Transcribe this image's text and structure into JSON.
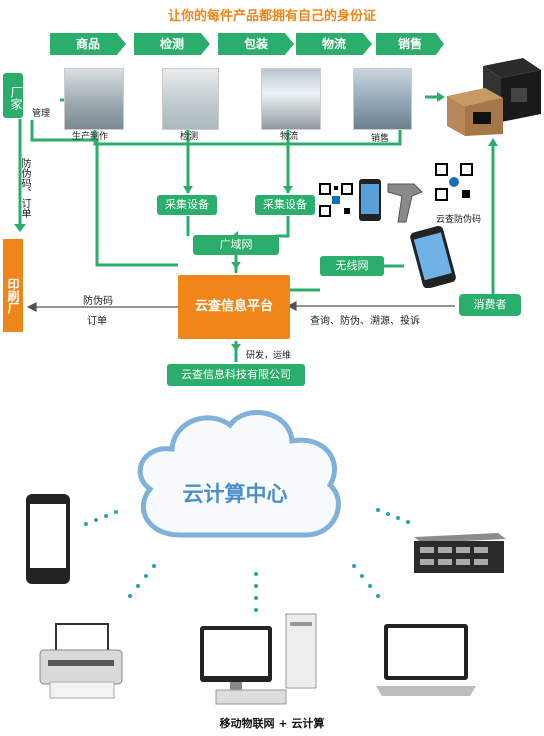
{
  "title": "让你的每件产品都拥有自己的身份证",
  "stages": [
    "商品",
    "检测",
    "包装",
    "物流",
    "销售"
  ],
  "left": {
    "factory": "厂家",
    "manage": "管理",
    "anti_fake_code": "防伪码、订单",
    "printer": "印刷厂"
  },
  "photos": [
    "生产制作",
    "检测",
    "物流",
    "销售"
  ],
  "devices": {
    "collect1": "采集设备",
    "collect2": "采集设备",
    "wan": "广域网",
    "wireless": "无线网"
  },
  "platform": {
    "name": "云查信息平台",
    "code": "防伪码",
    "order": "订单",
    "rnd": "研发，运维",
    "company": "云查信息科技有限公司"
  },
  "consumer": {
    "name": "消费者",
    "services": "查询、防伪、溯源、投诉"
  },
  "qr_label": "云查防伪码",
  "cloud": {
    "title": "云计算中心",
    "footer": "移动物联网 + 云计算"
  },
  "colors": {
    "green": "#2bae6b",
    "orange": "#f08519",
    "cloud_blue": "#7fb1db"
  }
}
